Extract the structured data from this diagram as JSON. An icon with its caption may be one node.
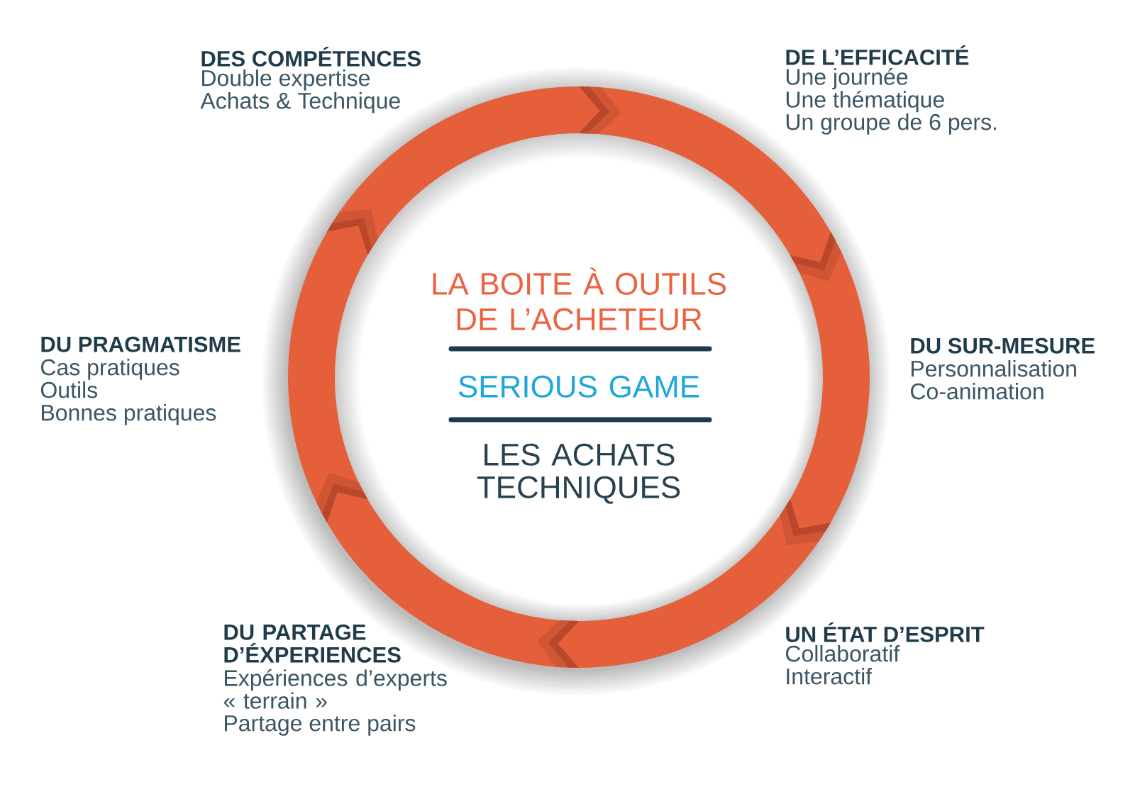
{
  "diagram": {
    "nodes": [
      {
        "text": [],
        "shape": "arrow",
        "beside": [
          "DES COMPÉTENCES",
          "Double expertise",
          "Achats & Technique"
        ]
      },
      {
        "text": [],
        "shape": "arrow",
        "beside": [
          "DE L’EFFICACITÉ",
          "Une journée",
          "Une thématique",
          "Un groupe de 6 pers."
        ]
      },
      {
        "text": [],
        "shape": "arrow",
        "beside": [
          "DU SUR-MESURE",
          "Personnalisation",
          "Co-animation"
        ]
      },
      {
        "text": [],
        "shape": "arrow",
        "beside": [
          "UN ÉTAT D’ESPRIT",
          "Collaboratif",
          "Interactif"
        ]
      },
      {
        "text": [],
        "shape": "arrow",
        "beside": [
          "DU PARTAGE D’ÉXPERIENCES",
          "Expériences d’experts « terrain »",
          "Partage entre pairs"
        ]
      },
      {
        "text": [],
        "shape": "arrow",
        "beside": [
          "DU PRAGMATISME",
          "Cas pratiques",
          "Outils",
          "Bonnes pratiques"
        ]
      },
      {
        "text": [
          "LA BOITE À OUTILS DE L’ACHETEUR",
          "SERIOUS GAME",
          "LES ACHATS TECHNIQUES"
        ]
      }
    ]
  }
}
